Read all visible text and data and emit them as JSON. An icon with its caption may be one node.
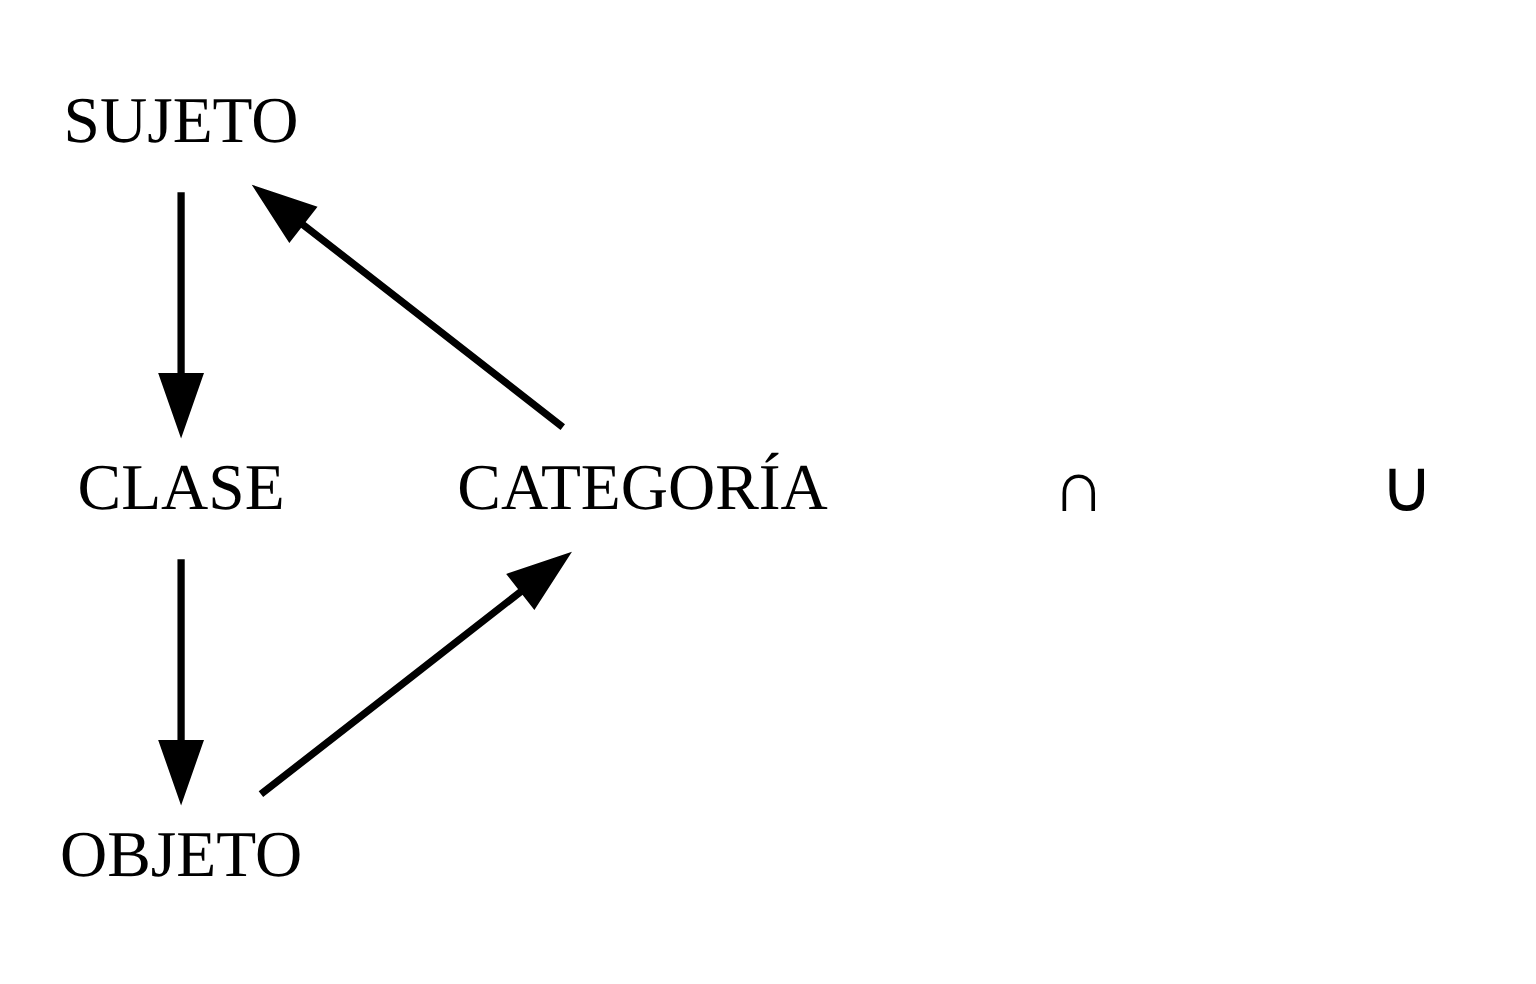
{
  "diagram": {
    "nodes": [
      {
        "text": [
          "SUJETO"
        ]
      },
      {
        "text": [
          "CATEGORÍA"
        ]
      },
      {
        "text": [
          "CLASE"
        ]
      },
      {
        "text": [
          "OBJETO"
        ]
      }
    ],
    "edges": [
      {
        "from": 1,
        "to": 0,
        "arrow": "to"
      },
      {
        "from": 0,
        "to": 2,
        "arrow": "to"
      },
      {
        "from": 2,
        "to": 3,
        "arrow": "to"
      },
      {
        "from": 3,
        "to": 1,
        "arrow": "to"
      }
    ],
    "labels": [
      "∩",
      "∪"
    ]
  }
}
